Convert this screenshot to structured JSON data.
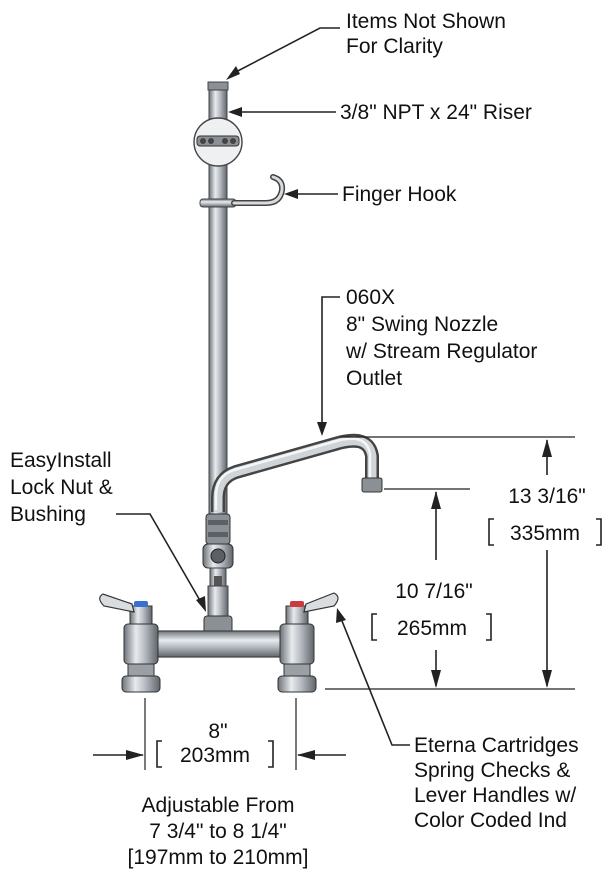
{
  "callouts": {
    "items_not_shown": [
      "Items Not Shown",
      "For Clarity"
    ],
    "riser": "3/8\" NPT x 24\" Riser",
    "finger_hook": "Finger Hook",
    "nozzle": [
      "060X",
      "8\" Swing Nozzle",
      "w/ Stream Regulator",
      "Outlet"
    ],
    "lock_nut": [
      "EasyInstall",
      "Lock Nut &",
      "Bushing"
    ],
    "cartridges": [
      "Eterna Cartridges",
      "Spring Checks &",
      "Lever Handles w/",
      "Color Coded Ind"
    ]
  },
  "dimensions": {
    "overall_height": {
      "imperial": "13 3/16\"",
      "metric": "335mm"
    },
    "outlet_height": {
      "imperial": "10 7/16\"",
      "metric": "265mm"
    },
    "center_spacing": {
      "imperial": "8\"",
      "metric": "203mm"
    },
    "adjustable": [
      "Adjustable From",
      "7 3/4\" to 8 1/4\"",
      "[197mm to 210mm]"
    ]
  },
  "colors": {
    "metal": "#b9bec4",
    "metal_dark": "#6c7278",
    "handle_blue": "#3a6fd1",
    "handle_red": "#cc3b3b"
  }
}
